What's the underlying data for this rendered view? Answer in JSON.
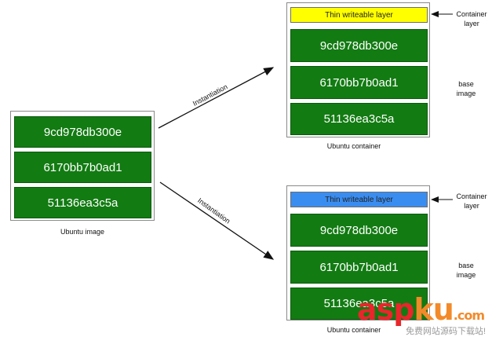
{
  "image": {
    "caption": "Ubuntu image",
    "layers": [
      "9cd978db300e",
      "6170bb7b0ad1",
      "51136ea3c5a"
    ]
  },
  "containers": [
    {
      "caption": "Ubuntu container",
      "thin_layer": "Thin writeable layer",
      "thin_color": "#ffff00",
      "layers": [
        "9cd978db300e",
        "6170bb7b0ad1",
        "51136ea3c5a"
      ],
      "container_label_1": "Container",
      "container_label_2": "layer",
      "base_label_1": "base",
      "base_label_2": "image"
    },
    {
      "caption": "Ubuntu container",
      "thin_layer": "Thin writeable layer",
      "thin_color": "#3a8df0",
      "layers": [
        "9cd978db300e",
        "6170bb7b0ad1",
        "51136ea3c5a"
      ],
      "container_label_1": "Container",
      "container_label_2": "layer",
      "base_label_1": "base",
      "base_label_2": "image"
    }
  ],
  "arrows": {
    "upper_label": "Instantiation",
    "lower_label": "Instantiation"
  },
  "watermark": {
    "main_red": "asp",
    "main_orange": "ku",
    "domain": ".com",
    "sub": "免费网站源码下载站!"
  },
  "colors": {
    "layer_green": "#127b12",
    "thin_yellow": "#ffff00",
    "thin_blue": "#3a8df0"
  }
}
